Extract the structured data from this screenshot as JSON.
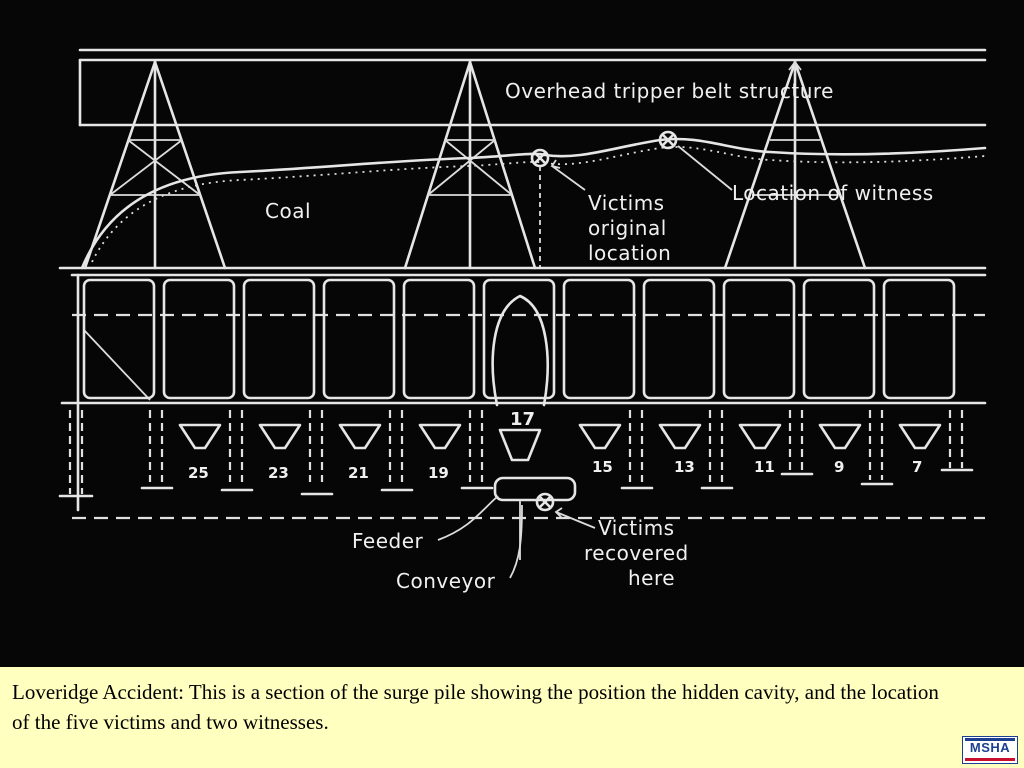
{
  "diagram": {
    "labels": {
      "overhead": "Overhead tripper belt structure",
      "coal": "Coal",
      "victims_original_1": "Victims",
      "victims_original_2": "original",
      "victims_original_3": "location",
      "witness": "Location of witness",
      "feeder": "Feeder",
      "conveyor": "Conveyor",
      "victims_recovered_1": "Victims",
      "victims_recovered_2": "recovered",
      "victims_recovered_3": "here"
    },
    "feeder_numbers": [
      "25",
      "23",
      "21",
      "19",
      "17",
      "15",
      "13",
      "11",
      "9",
      "7"
    ]
  },
  "caption": "Loveridge Accident:  This is a section of the surge pile showing the position the hidden cavity, and the location of the five victims and two witnesses.",
  "logo": {
    "text": "MSHA"
  }
}
